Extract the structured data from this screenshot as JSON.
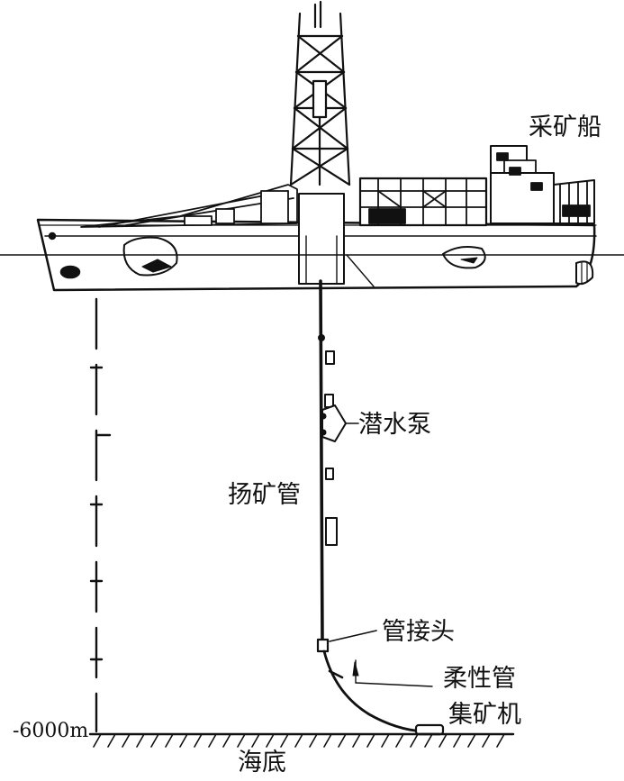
{
  "labels": {
    "ship": "采矿船",
    "pump": "潜水泵",
    "riser": "扬矿管",
    "joint": "管接头",
    "flexible_hose": "柔性管",
    "collector": "集矿机",
    "depth": "-6000m",
    "seabed": "海底"
  },
  "colors": {
    "ink": "#111111",
    "background": "#ffffff"
  }
}
